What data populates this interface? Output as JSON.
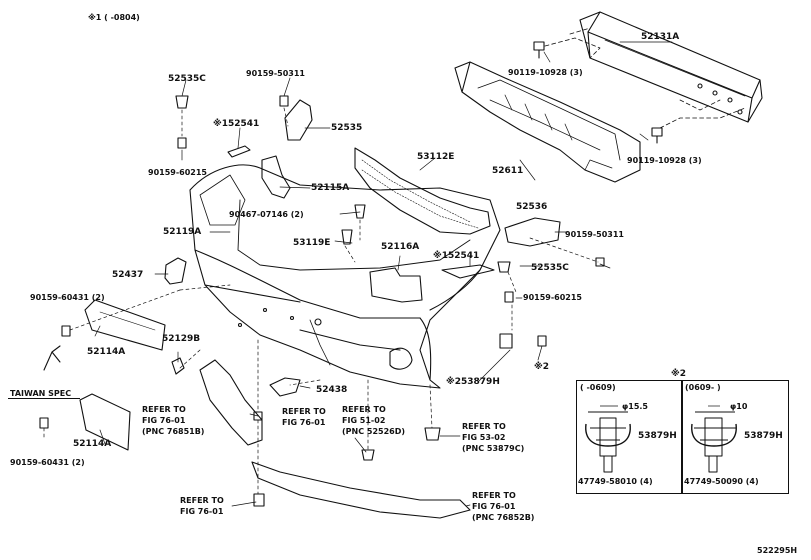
{
  "header": {
    "note_variant": "※1 (      -0804)"
  },
  "parts": {
    "p52535C_top": "52535C",
    "p90159_50311_top": "90159-50311",
    "p52541_top": "※152541",
    "p52535": "52535",
    "p90159_60215_left": "90159-60215",
    "p52115A": "52115A",
    "p90467_07146": "90467-07146 (2)",
    "p53112E": "53112E",
    "p52119A": "52119A",
    "p53119E": "53119E",
    "p52116A": "52116A",
    "p52541_mid": "※152541",
    "p52535C_mid": "52535C",
    "p52536": "52536",
    "p90159_50311_right": "90159-50311",
    "p90159_60215_right": "90159-60215",
    "p52437": "52437",
    "p90159_60431_a": "90159-60431 (2)",
    "p52114A_a": "52114A",
    "p52129B": "52129B",
    "p52438": "52438",
    "p53879H_main": "※253879H",
    "p2mark": "※2",
    "p52131A": "52131A",
    "p90119_10928_a": "90119-10928 (3)",
    "p90119_10928_b": "90119-10928 (3)",
    "p52611": "52611",
    "taiwan": "TAIWAN SPEC",
    "p52114A_b": "52114A",
    "p90159_60431_b": "90159-60431 (2)"
  },
  "refs": {
    "r1_l1": "REFER TO",
    "r1_l2": "FIG 76-01",
    "r1_l3": "(PNC 76851B)",
    "r2_l1": "REFER TO",
    "r2_l2": "FIG 76-01",
    "r3_l1": "REFER TO",
    "r3_l2": "FIG 51-02",
    "r3_l3": "(PNC 52526D)",
    "r4_l1": "REFER TO",
    "r4_l2": "FIG 53-02",
    "r4_l3": "(PNC 53879C)",
    "r5_l1": "REFER TO",
    "r5_l2": "FIG 76-01",
    "r6_l1": "REFER TO",
    "r6_l2": "FIG 76-01",
    "r6_l3": "(PNC 76852B)"
  },
  "inset": {
    "mark": "※2",
    "left_range": "(      -0609)",
    "left_dim": "φ15.5",
    "left_part": "53879H",
    "left_bottom": "47749-58010 (4)",
    "right_range": "(0609-      )",
    "right_dim": "φ10",
    "right_part": "53879H",
    "right_bottom": "47749-50090 (4)"
  },
  "footer": {
    "code": "522295H"
  }
}
